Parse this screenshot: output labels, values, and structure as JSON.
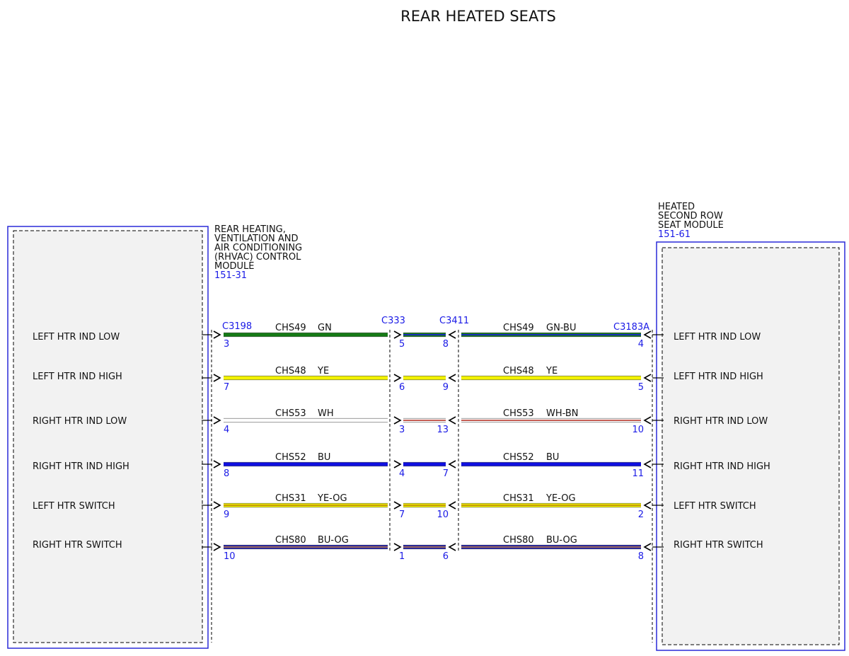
{
  "title": "REAR HEATED SEATS",
  "left_module": {
    "name_lines": [
      "REAR HEATING,",
      "VENTILATION AND",
      "AIR CONDITIONING",
      "(RHVAC) CONTROL",
      "MODULE"
    ],
    "ref": "151-31"
  },
  "right_module": {
    "name_lines": [
      "HEATED",
      "SECOND ROW",
      "SEAT MODULE"
    ],
    "ref": "151-61"
  },
  "connectors": {
    "left": "C3198",
    "mid_a": "C333",
    "mid_b": "C3411",
    "right": "C3183A"
  },
  "colors": {
    "module_border": "#2a2ad8",
    "module_fill": "#f2f2f2",
    "label_blue": "#1a1ae6"
  },
  "circuits": [
    {
      "signal": "LEFT HTR IND LOW",
      "left_wire": {
        "circuit": "CHS49",
        "color": "GN",
        "main": "#157a15",
        "stripe": null
      },
      "right_wire": {
        "circuit": "CHS49",
        "color": "GN-BU",
        "main": "#157a15",
        "stripe": "#1a1ae6"
      },
      "pins": {
        "left": "3",
        "mid_a": "5",
        "mid_b": "8",
        "right": "4"
      }
    },
    {
      "signal": "LEFT HTR IND HIGH",
      "left_wire": {
        "circuit": "CHS48",
        "color": "YE",
        "main": "#f2f200",
        "stripe": null
      },
      "right_wire": {
        "circuit": "CHS48",
        "color": "YE",
        "main": "#f2f200",
        "stripe": null
      },
      "pins": {
        "left": "7",
        "mid_a": "6",
        "mid_b": "9",
        "right": "5"
      }
    },
    {
      "signal": "RIGHT HTR IND LOW",
      "left_wire": {
        "circuit": "CHS53",
        "color": "WH",
        "main": "#ffffff",
        "stripe": null
      },
      "right_wire": {
        "circuit": "CHS53",
        "color": "WH-BN",
        "main": "#ffffff",
        "stripe": "#b5352a"
      },
      "pins": {
        "left": "4",
        "mid_a": "3",
        "mid_b": "13",
        "right": "10"
      }
    },
    {
      "signal": "RIGHT HTR IND HIGH",
      "left_wire": {
        "circuit": "CHS52",
        "color": "BU",
        "main": "#1010e0",
        "stripe": null
      },
      "right_wire": {
        "circuit": "CHS52",
        "color": "BU",
        "main": "#1010e0",
        "stripe": null
      },
      "pins": {
        "left": "8",
        "mid_a": "4",
        "mid_b": "7",
        "right": "11"
      }
    },
    {
      "signal": "LEFT HTR SWITCH",
      "left_wire": {
        "circuit": "CHS31",
        "color": "YE-OG",
        "main": "#f2f200",
        "stripe": "#b8860b"
      },
      "right_wire": {
        "circuit": "CHS31",
        "color": "YE-OG",
        "main": "#f2f200",
        "stripe": "#b8860b"
      },
      "pins": {
        "left": "9",
        "mid_a": "7",
        "mid_b": "10",
        "right": "2"
      }
    },
    {
      "signal": "RIGHT HTR SWITCH",
      "left_wire": {
        "circuit": "CHS80",
        "color": "BU-OG",
        "main": "#1a1ab0",
        "stripe": "#c08040"
      },
      "right_wire": {
        "circuit": "CHS80",
        "color": "BU-OG",
        "main": "#1a1ab0",
        "stripe": "#c08040"
      },
      "pins": {
        "left": "10",
        "mid_a": "1",
        "mid_b": "6",
        "right": "8"
      }
    }
  ]
}
